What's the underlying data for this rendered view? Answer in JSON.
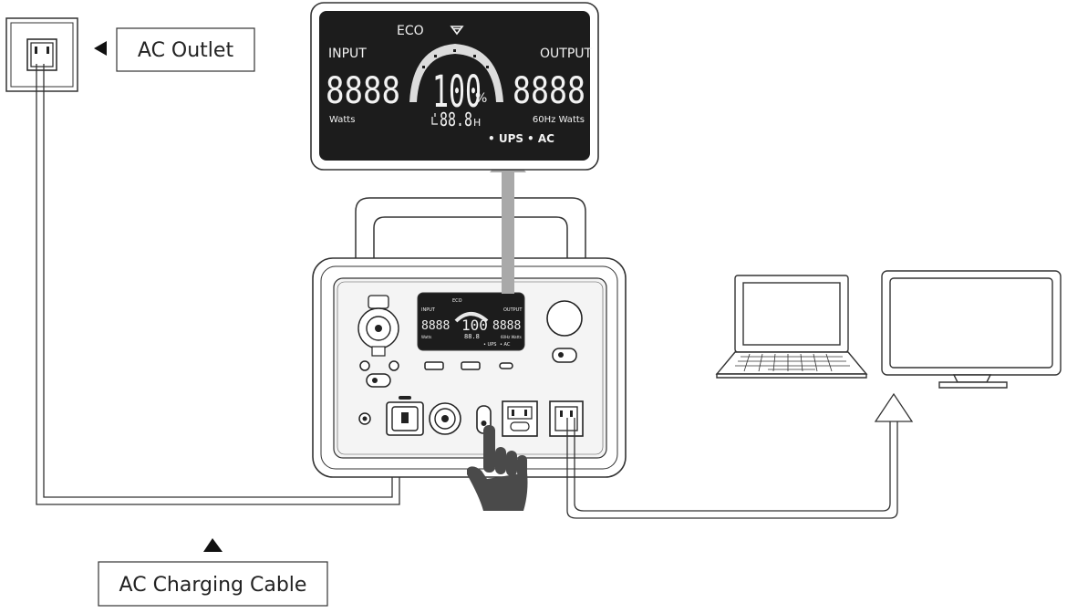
{
  "labels": {
    "ac_outlet": "AC Outlet",
    "ac_charging_cable": "AC Charging Cable"
  },
  "display": {
    "eco": "ECO",
    "input": "INPUT",
    "output": "OUTPUT",
    "input_value": "8888",
    "output_value": "8888",
    "percent_value": "100",
    "percent_sign": "%",
    "time_value": "88.8",
    "time_unit": "H",
    "input_unit": "Watts",
    "output_unit": "60Hz Watts",
    "ups": "• UPS",
    "ac": "• AC"
  },
  "colors": {
    "lcd_background": "#1c1c1c",
    "arrow": "#a9a9a9",
    "hand": "#4a4a4a",
    "line": "#333333"
  },
  "icons": [
    "plug-icon",
    "wifi-icon",
    "hand-pointer-icon",
    "laptop-icon",
    "monitor-icon"
  ]
}
